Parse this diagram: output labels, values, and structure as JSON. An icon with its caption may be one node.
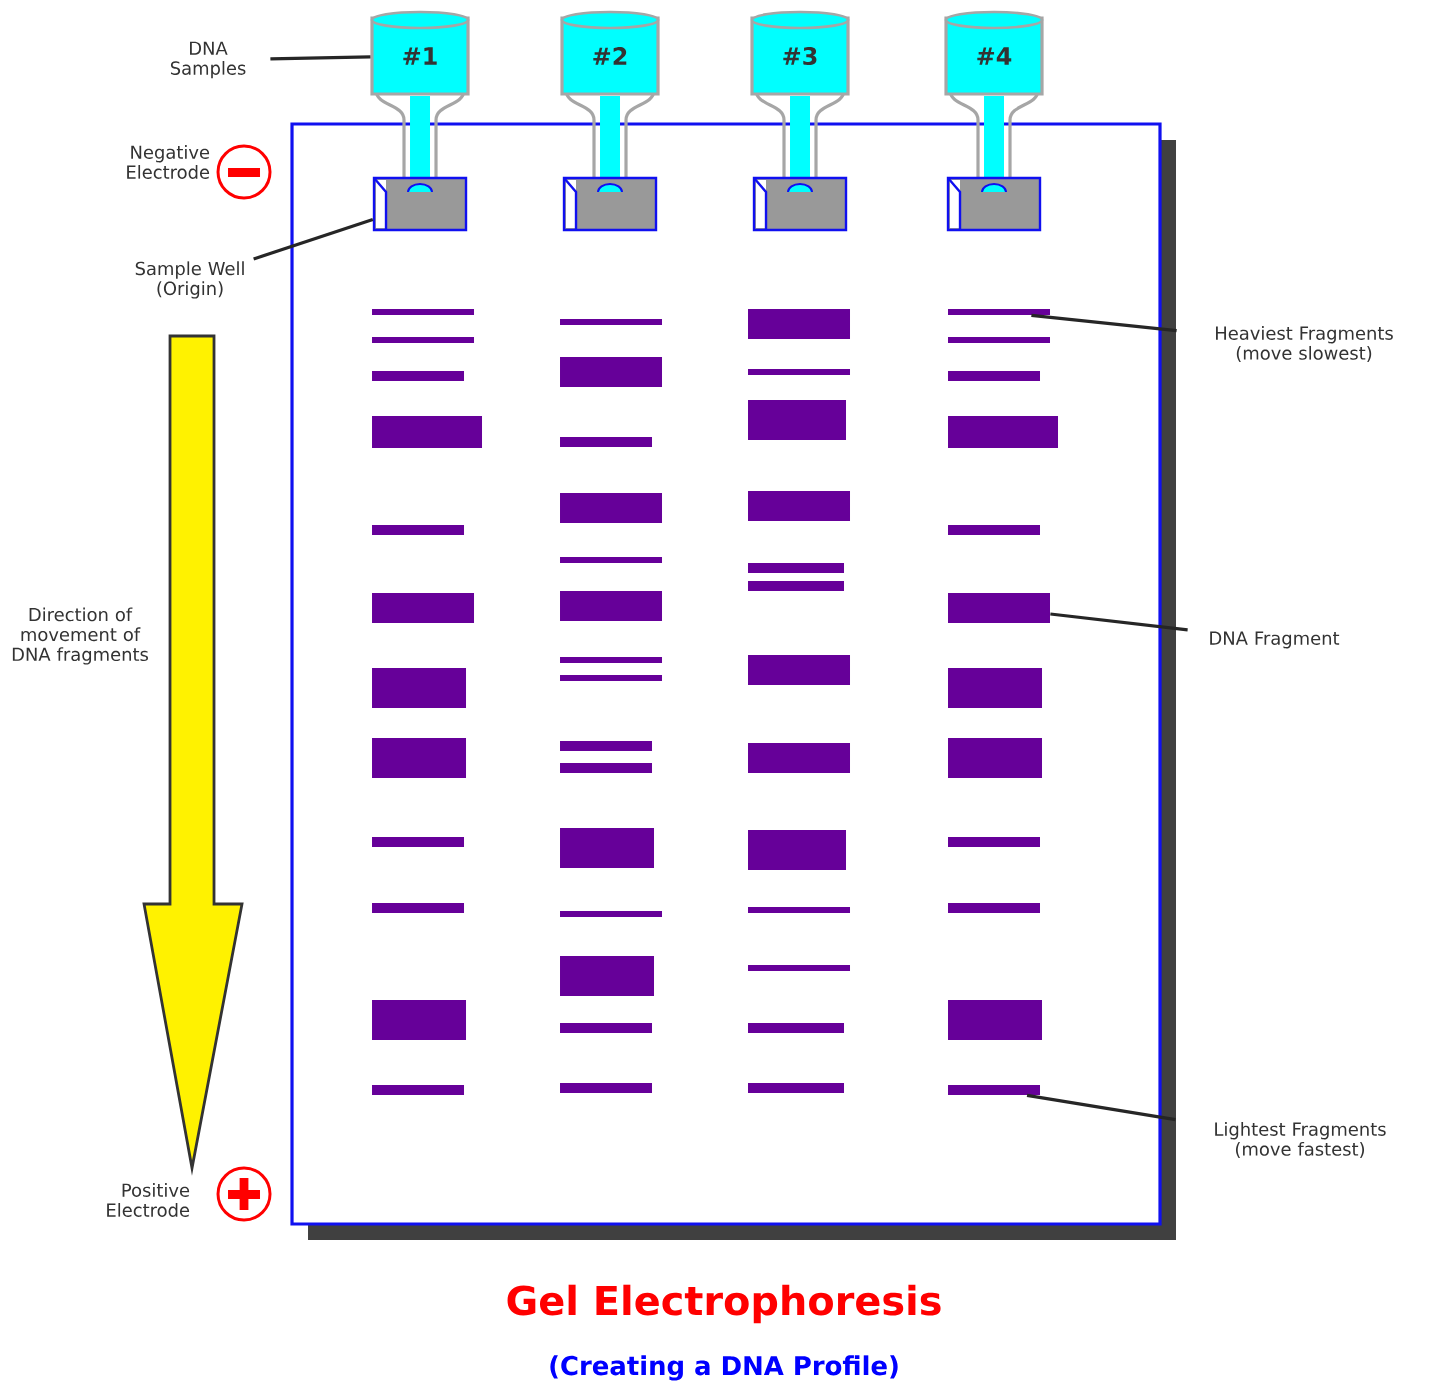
{
  "diagram": {
    "title": "Gel Electrophoresis",
    "caption": "(Creating a DNA Profile)",
    "nodes": [
      {
        "text": [
          "DNA Samples"
        ]
      },
      {
        "text": [
          "#1"
        ]
      },
      {
        "text": [
          "#2"
        ]
      },
      {
        "text": [
          "#3"
        ]
      },
      {
        "text": [
          "#4"
        ]
      },
      {
        "text": [
          "Sample Well (Origin)"
        ]
      },
      {
        "text": [],
        "shape": "box"
      },
      {
        "text": [],
        "shape": "box"
      },
      {
        "text": [],
        "shape": "box"
      },
      {
        "text": [],
        "shape": "box"
      },
      {
        "text": [
          "Heaviest Fragments (move slowest)"
        ]
      },
      {
        "text": [],
        "shape": "bar"
      },
      {
        "text": [
          "DNA Fragment"
        ]
      },
      {
        "text": [],
        "shape": "bar"
      },
      {
        "text": [
          "Lightest Fragments (move fastest)"
        ]
      },
      {
        "text": [],
        "shape": "bar"
      }
    ],
    "edges": [
      {
        "from": 0,
        "to": 1,
        "arrow": "none"
      },
      {
        "from": 5,
        "to": 6,
        "arrow": "none"
      },
      {
        "from": 10,
        "to": 11,
        "arrow": "none"
      },
      {
        "from": 12,
        "to": 13,
        "arrow": "none"
      },
      {
        "from": 14,
        "to": 15,
        "arrow": "none"
      }
    ],
    "labels": [
      "Negative Electrode",
      "Direction of movement of DNA fragments",
      "Positive Electrode"
    ]
  }
}
